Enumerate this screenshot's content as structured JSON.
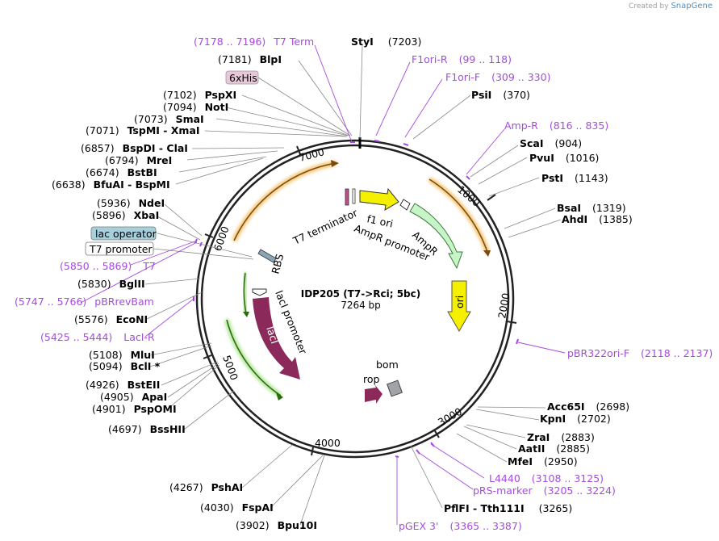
{
  "watermark": {
    "prefix": "Created by",
    "brand": "SnapGene"
  },
  "plasmid": {
    "name": "IDP205 (T7->Rci; 5bc)",
    "length_label": "7264 bp"
  },
  "ticks": [
    "1000",
    "2000",
    "3000",
    "4000",
    "5000",
    "6000",
    "7000"
  ],
  "enzymes": [
    {
      "name": "StyI",
      "pos": "(7203)"
    },
    {
      "name": "PsiI",
      "pos": "(370)"
    },
    {
      "name": "ScaI",
      "pos": "(904)"
    },
    {
      "name": "PvuI",
      "pos": "(1016)"
    },
    {
      "name": "PstI",
      "pos": "(1143)"
    },
    {
      "name": "BsaI",
      "pos": "(1319)"
    },
    {
      "name": "AhdI",
      "pos": "(1385)"
    },
    {
      "name": "Acc65I",
      "pos": "(2698)"
    },
    {
      "name": "KpnI",
      "pos": "(2702)"
    },
    {
      "name": "ZraI",
      "pos": "(2883)"
    },
    {
      "name": "AatII",
      "pos": "(2885)"
    },
    {
      "name": "MfeI",
      "pos": "(2950)"
    },
    {
      "name": "PflFI - Tth111I",
      "pos": "(3265)"
    },
    {
      "name": "Bpu10I",
      "pos": "(3902)"
    },
    {
      "name": "FspAI",
      "pos": "(4030)"
    },
    {
      "name": "PshAI",
      "pos": "(4267)"
    },
    {
      "name": "BssHII",
      "pos": "(4697)"
    },
    {
      "name": "PspOMI",
      "pos": "(4901)"
    },
    {
      "name": "ApaI",
      "pos": "(4905)"
    },
    {
      "name": "BstEII",
      "pos": "(4926)"
    },
    {
      "name": "BclI *",
      "pos": "(5094)"
    },
    {
      "name": "MluI",
      "pos": "(5108)"
    },
    {
      "name": "EcoNI",
      "pos": "(5576)"
    },
    {
      "name": "BglII",
      "pos": "(5830)"
    },
    {
      "name": "XbaI",
      "pos": "(5896)"
    },
    {
      "name": "NdeI",
      "pos": "(5936)"
    },
    {
      "name": "BfuAI - BspMI",
      "pos": "(6638)"
    },
    {
      "name": "BstBI",
      "pos": "(6674)"
    },
    {
      "name": "MreI",
      "pos": "(6794)"
    },
    {
      "name": "BspDI - ClaI",
      "pos": "(6857)"
    },
    {
      "name": "TspMI - XmaI",
      "pos": "(7071)"
    },
    {
      "name": "SmaI",
      "pos": "(7073)"
    },
    {
      "name": "NotI",
      "pos": "(7094)"
    },
    {
      "name": "PspXI",
      "pos": "(7102)"
    },
    {
      "name": "BlpI",
      "pos": "(7181)"
    }
  ],
  "primers": [
    {
      "name": "T7 Term",
      "range": "(7178 .. 7196)"
    },
    {
      "name": "F1ori-R",
      "range": "(99 .. 118)"
    },
    {
      "name": "F1ori-F",
      "range": "(309 .. 330)"
    },
    {
      "name": "Amp-R",
      "range": "(816 .. 835)"
    },
    {
      "name": "pBR322ori-F",
      "range": "(2118 .. 2137)"
    },
    {
      "name": "L4440",
      "range": "(3108 .. 3125)"
    },
    {
      "name": "pRS-marker",
      "range": "(3205 .. 3224)"
    },
    {
      "name": "pGEX 3'",
      "range": "(3365 .. 3387)"
    },
    {
      "name": "LacI-R",
      "range": "(5425 .. 5444)"
    },
    {
      "name": "pBRrevBam",
      "range": "(5747 .. 5766)"
    },
    {
      "name": "T7",
      "range": "(5850 .. 5869)"
    }
  ],
  "boxed_labels": {
    "his": "6xHis",
    "lacop": "lac operator",
    "t7p": "T7 promoter"
  },
  "features": {
    "t7term": "T7 terminator",
    "f1ori": "f1 ori",
    "amppromoter": "AmpR promoter",
    "ampr": "AmpR",
    "ori": "ori",
    "rbs": "RBS",
    "laciprom": "lacI promoter",
    "laci": "lacI",
    "bom": "bom",
    "rop": "rop"
  },
  "colors": {
    "primer": "#a64ae0",
    "ampr": "#c8f5c8",
    "ori": "#f5f000",
    "f1ori": "#f5f000",
    "laci": "#8b2a5a",
    "rop": "#8b2a5a",
    "bom": "#a0a4a8",
    "lacop_box": "#a8d0dc",
    "his_box": "#e8c8d8",
    "orange_glow": "#f0b040",
    "green_glow": "#a0e080"
  }
}
